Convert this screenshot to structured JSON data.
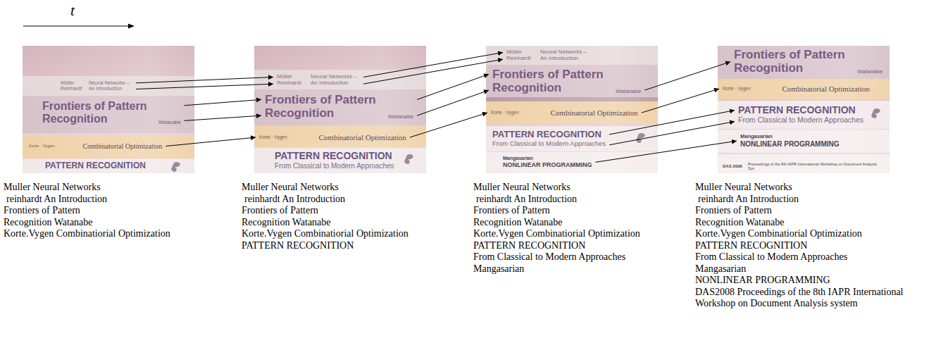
{
  "diagram": {
    "nodes": [
      {
        "text": [
          "Müller Reinhardt",
          "Neural Networks – An Introduction"
        ]
      },
      {
        "text": [
          "Frontiers of Pattern Recognition",
          "Watanabe"
        ]
      },
      {
        "text": [
          "Korte · Vygen",
          "Combinatorial Optimization"
        ]
      },
      {
        "text": [
          "PATTERN RECOGNITION"
        ]
      },
      {
        "text": [
          "Müller Reinhardt",
          "Neural Networks – An Introduction"
        ]
      },
      {
        "text": [
          "Frontiers of Pattern Recognition",
          "Watanabe"
        ]
      },
      {
        "text": [
          "Korte · Vygen",
          "Combinatorial Optimization"
        ]
      },
      {
        "text": [
          "PATTERN RECOGNITION",
          "From Classical to Modern Approaches"
        ]
      },
      {
        "text": [
          "Müller Reinhardt",
          "Neural Networks – An Introduction"
        ]
      },
      {
        "text": [
          "Frontiers of Pattern Recognition",
          "Watanabe"
        ]
      },
      {
        "text": [
          "Korte · Vygen",
          "Combinatorial Optimization"
        ]
      },
      {
        "text": [
          "PATTERN RECOGNITION",
          "From Classical to Modern Approaches"
        ]
      },
      {
        "text": [
          "Mangasarian",
          "NONLINEAR PROGRAMMING"
        ]
      },
      {
        "text": [
          "Frontiers of Pattern Recognition",
          "Watanabe"
        ]
      },
      {
        "text": [
          "Korte · Vygen",
          "Combinatorial Optimization"
        ]
      },
      {
        "text": [
          "PATTERN RECOGNITION",
          "From Classical to Modern Approaches"
        ]
      },
      {
        "text": [
          "Mangasarian",
          "NONLINEAR PROGRAMMING"
        ]
      },
      {
        "text": [
          "DAS 2008",
          "Proceedings of the 8th IAPR International Workshop on Document Analysis Sys"
        ]
      }
    ],
    "edges": [
      {
        "from": 0,
        "to": 4,
        "arrow": "to"
      },
      {
        "from": 0,
        "to": 4,
        "arrow": "to"
      },
      {
        "from": 1,
        "to": 5,
        "arrow": "to"
      },
      {
        "from": 1,
        "to": 5,
        "arrow": "to"
      },
      {
        "from": 2,
        "to": 6,
        "arrow": "to"
      },
      {
        "from": 4,
        "to": 8,
        "arrow": "to"
      },
      {
        "from": 4,
        "to": 8,
        "arrow": "to"
      },
      {
        "from": 5,
        "to": 9,
        "arrow": "to"
      },
      {
        "from": 5,
        "to": 9,
        "arrow": "to"
      },
      {
        "from": 6,
        "to": 10,
        "arrow": "to"
      },
      {
        "from": 9,
        "to": 13,
        "arrow": "to"
      },
      {
        "from": 10,
        "to": 14,
        "arrow": "to"
      },
      {
        "from": 11,
        "to": 15,
        "arrow": "to"
      },
      {
        "from": 11,
        "to": 15,
        "arrow": "to"
      },
      {
        "from": 12,
        "to": 16,
        "arrow": "to"
      }
    ],
    "labels": [
      "t",
      "Muller Neural Networks",
      "reinhardt An Introduction",
      "Frontiers of Pattern",
      "Recognition Watanabe",
      "Korte.Vygen Combinatiorial Optimization",
      "Muller Neural Networks",
      "reinhardt An Introduction",
      "Frontiers of Pattern",
      "Recognition Watanabe",
      "Korte.Vygen Combinatiorial Optimization",
      "PATTERN RECOGNITION",
      "Muller Neural Networks",
      "reinhardt An Introduction",
      "Frontiers of Pattern",
      "Recognition Watanabe",
      "Korte.Vygen Combinatiorial Optimization",
      "PATTERN RECOGNITION",
      "From Classical to Modern Approaches",
      "Mangasarian",
      "Muller Neural Networks",
      "reinhardt An Introduction",
      "Frontiers of Pattern",
      "Recognition Watanabe",
      "Korte.Vygen Combinatiorial Optimization",
      "PATTERN RECOGNITION",
      "From Classical to Modern Approaches",
      "Mangasarian",
      "NONLINEAR PROGRAMMING",
      "DAS2008 Proceedings of the 8th IAPR International Workshop on Document Analysis system"
    ]
  }
}
